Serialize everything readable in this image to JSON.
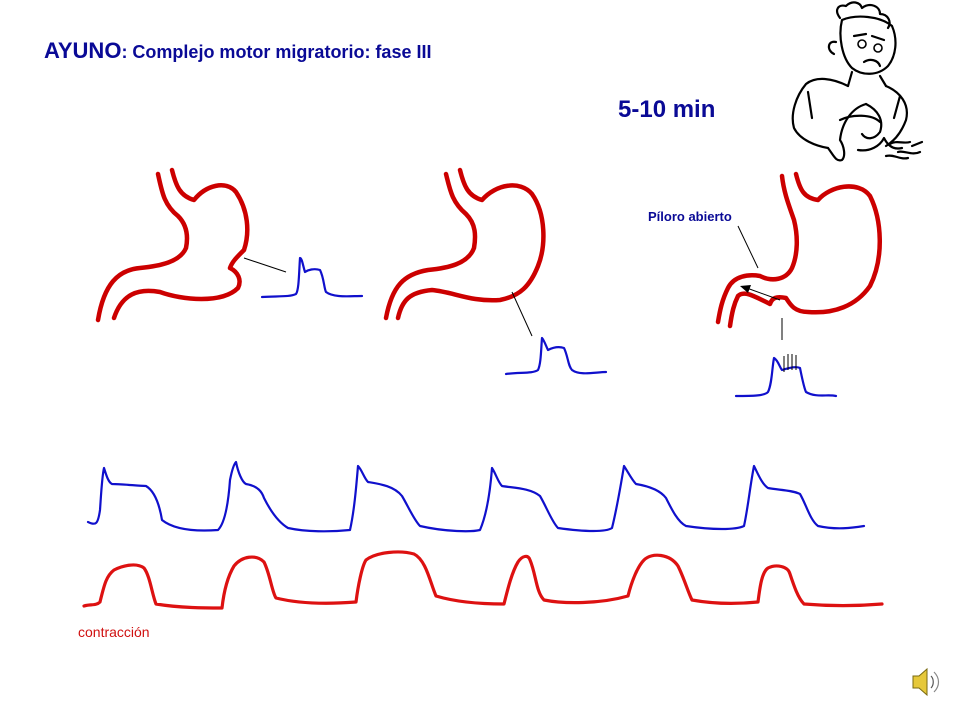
{
  "title": {
    "main": "AYUNO",
    "subtitle": ": Complejo motor migratorio: fase III"
  },
  "duration": "5-10 min",
  "labels": {
    "pylorus": "Píloro abierto",
    "contraction": "contracción"
  },
  "icons": {
    "cartoon": "patient-stomach-ache-icon",
    "sound": "speaker-icon"
  },
  "colors": {
    "title": "#0a0a96",
    "stomach": "#cc0000",
    "pressure_trace": "#1010cc",
    "contraction_trace": "#dd1111"
  }
}
